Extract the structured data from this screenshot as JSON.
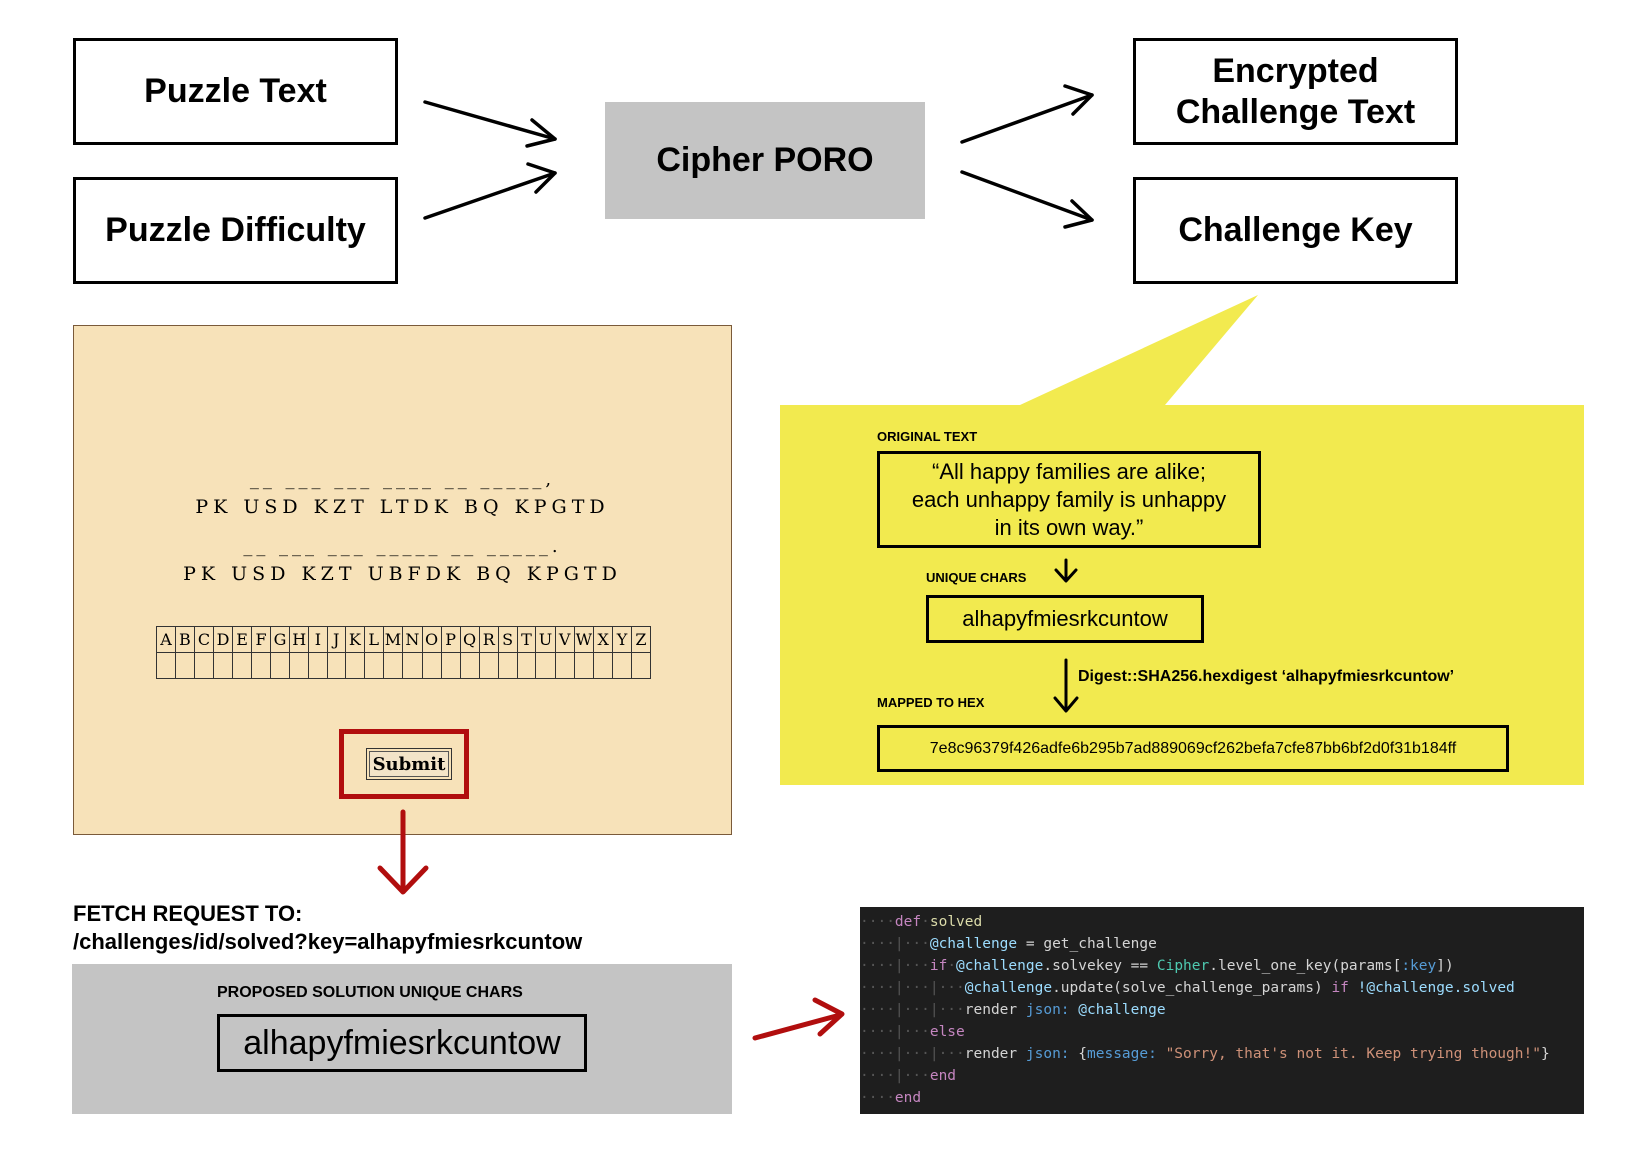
{
  "flow": {
    "puzzle_text": "Puzzle Text",
    "puzzle_difficulty": "Puzzle Difficulty",
    "cipher": "Cipher PORO",
    "encrypted_line1": "Encrypted",
    "encrypted_line2": "Challenge Text",
    "challenge_key": "Challenge Key"
  },
  "puzzle": {
    "line1_dashes": "__ ___ ___ ____ __ _____,",
    "line1_letters": "PK USD KZT LTDK BQ KPGTD",
    "line2_dashes": "__ ___ ___ _____ __ _____.",
    "line2_letters": "PK USD KZT UBFDK BQ KPGTD",
    "alphabet": [
      "A",
      "B",
      "C",
      "D",
      "E",
      "F",
      "G",
      "H",
      "I",
      "J",
      "K",
      "L",
      "M",
      "N",
      "O",
      "P",
      "Q",
      "R",
      "S",
      "T",
      "U",
      "V",
      "W",
      "X",
      "Y",
      "Z"
    ],
    "submit_label": "Submit"
  },
  "callout": {
    "original_label": "ORIGINAL TEXT",
    "original_line1": "“All happy families are alike;",
    "original_line2": "each unhappy family is unhappy",
    "original_line3": "in its own way.”",
    "unique_label": "UNIQUE CHARS",
    "unique_value": "alhapyfmiesrkcuntow",
    "digest_label": "Digest::SHA256.hexdigest ‘alhapyfmiesrkcuntow’",
    "hex_label": "MAPPED TO HEX",
    "hex_value": "7e8c96379f426adfe6b295b7ad889069cf262befa7cfe87bb6bf2d0f31b184ff"
  },
  "fetch": {
    "line1": "FETCH REQUEST TO:",
    "line2": "/challenges/id/solved?key=alhapyfmiesrkcuntow"
  },
  "solution": {
    "label": "PROPOSED SOLUTION UNIQUE CHARS",
    "value": "alhapyfmiesrkcuntow"
  },
  "code": {
    "l1_kw": "def",
    "l1_name": "solved",
    "l2_ivar": "@challenge",
    "l2_rest": " = get_challenge",
    "l3_if": "if",
    "l3_ivar": "@challenge",
    "l3_mid": ".solvekey == ",
    "l3_const": "Cipher",
    "l3_call": ".level_one_key(params[",
    "l3_sym": ":key",
    "l3_end": "])",
    "l4_ivar": "@challenge",
    "l4_call": ".update(solve_challenge_params) ",
    "l4_if": "if",
    "l4_ivar2": " !@challenge",
    "l4_end": ".solved",
    "l5_render": "render ",
    "l5_key": "json:",
    "l5_ivar": " @challenge",
    "l6_else": "else",
    "l7_render": "render ",
    "l7_key": "json:",
    "l7_open": " {",
    "l7_msgkey": "message:",
    "l7_str": " \"Sorry, that's not it. Keep trying though!\"",
    "l7_close": "}",
    "l8_end": "end",
    "l9_end": "end"
  },
  "colors": {
    "red": "#b10e0e",
    "yellow": "#f2ea4f",
    "puzzle_bg": "#f7e2b9",
    "grey": "#c4c4c4",
    "code_bg": "#1e1e1e"
  }
}
